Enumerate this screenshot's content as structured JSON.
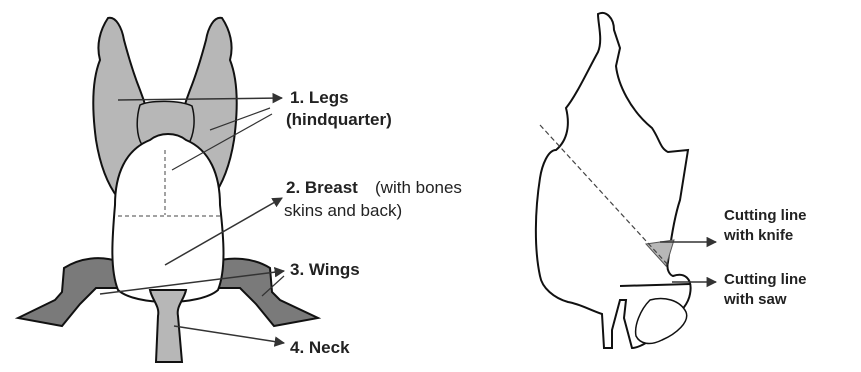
{
  "labels": {
    "legs": "1. Legs",
    "legs_sub": "(hindquarter)",
    "breast_a": "2. Breast",
    "breast_b": "(with bones",
    "breast_c": "skins and back)",
    "wings": "3. Wings",
    "neck": "4. Neck",
    "knife_1": "Cutting line",
    "knife_2": "with knife",
    "saw_1": "Cutting line",
    "saw_2": "with saw"
  },
  "colors": {
    "legs_fill": "#b7b7b7",
    "wings_fill": "#7a7a7a",
    "neck_fill": "#b7b7b7",
    "body_fill": "#ffffff",
    "outline": "#111111"
  }
}
